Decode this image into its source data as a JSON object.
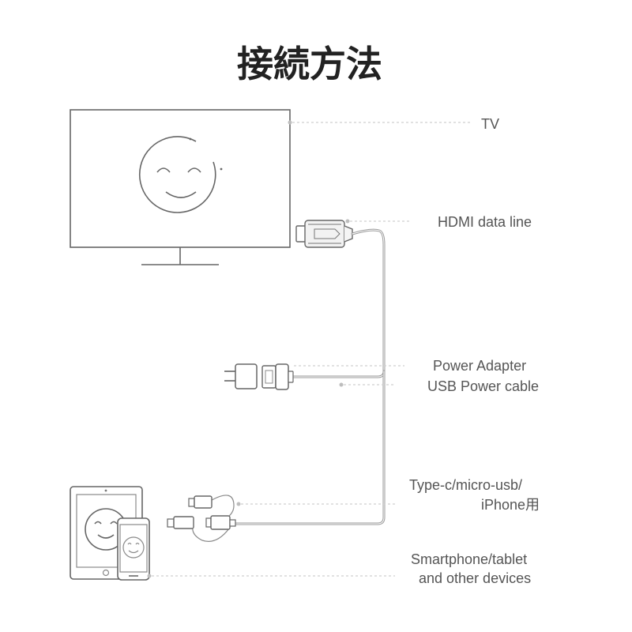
{
  "title": "接続方法",
  "labels": {
    "tv": "TV",
    "hdmi": "HDMI data line",
    "power_adapter": "Power Adapter",
    "usb_power": "USB Power cable",
    "typec_line1": "Type-c/micro-usb/",
    "typec_line2": "iPhone用",
    "devices_line1": "Smartphone/tablet",
    "devices_line2": "and other devices"
  },
  "colors": {
    "outline": "#666666",
    "cable": "#9a9a9a",
    "leader": "#cfcfcf",
    "text": "#555555",
    "title": "#222222"
  }
}
